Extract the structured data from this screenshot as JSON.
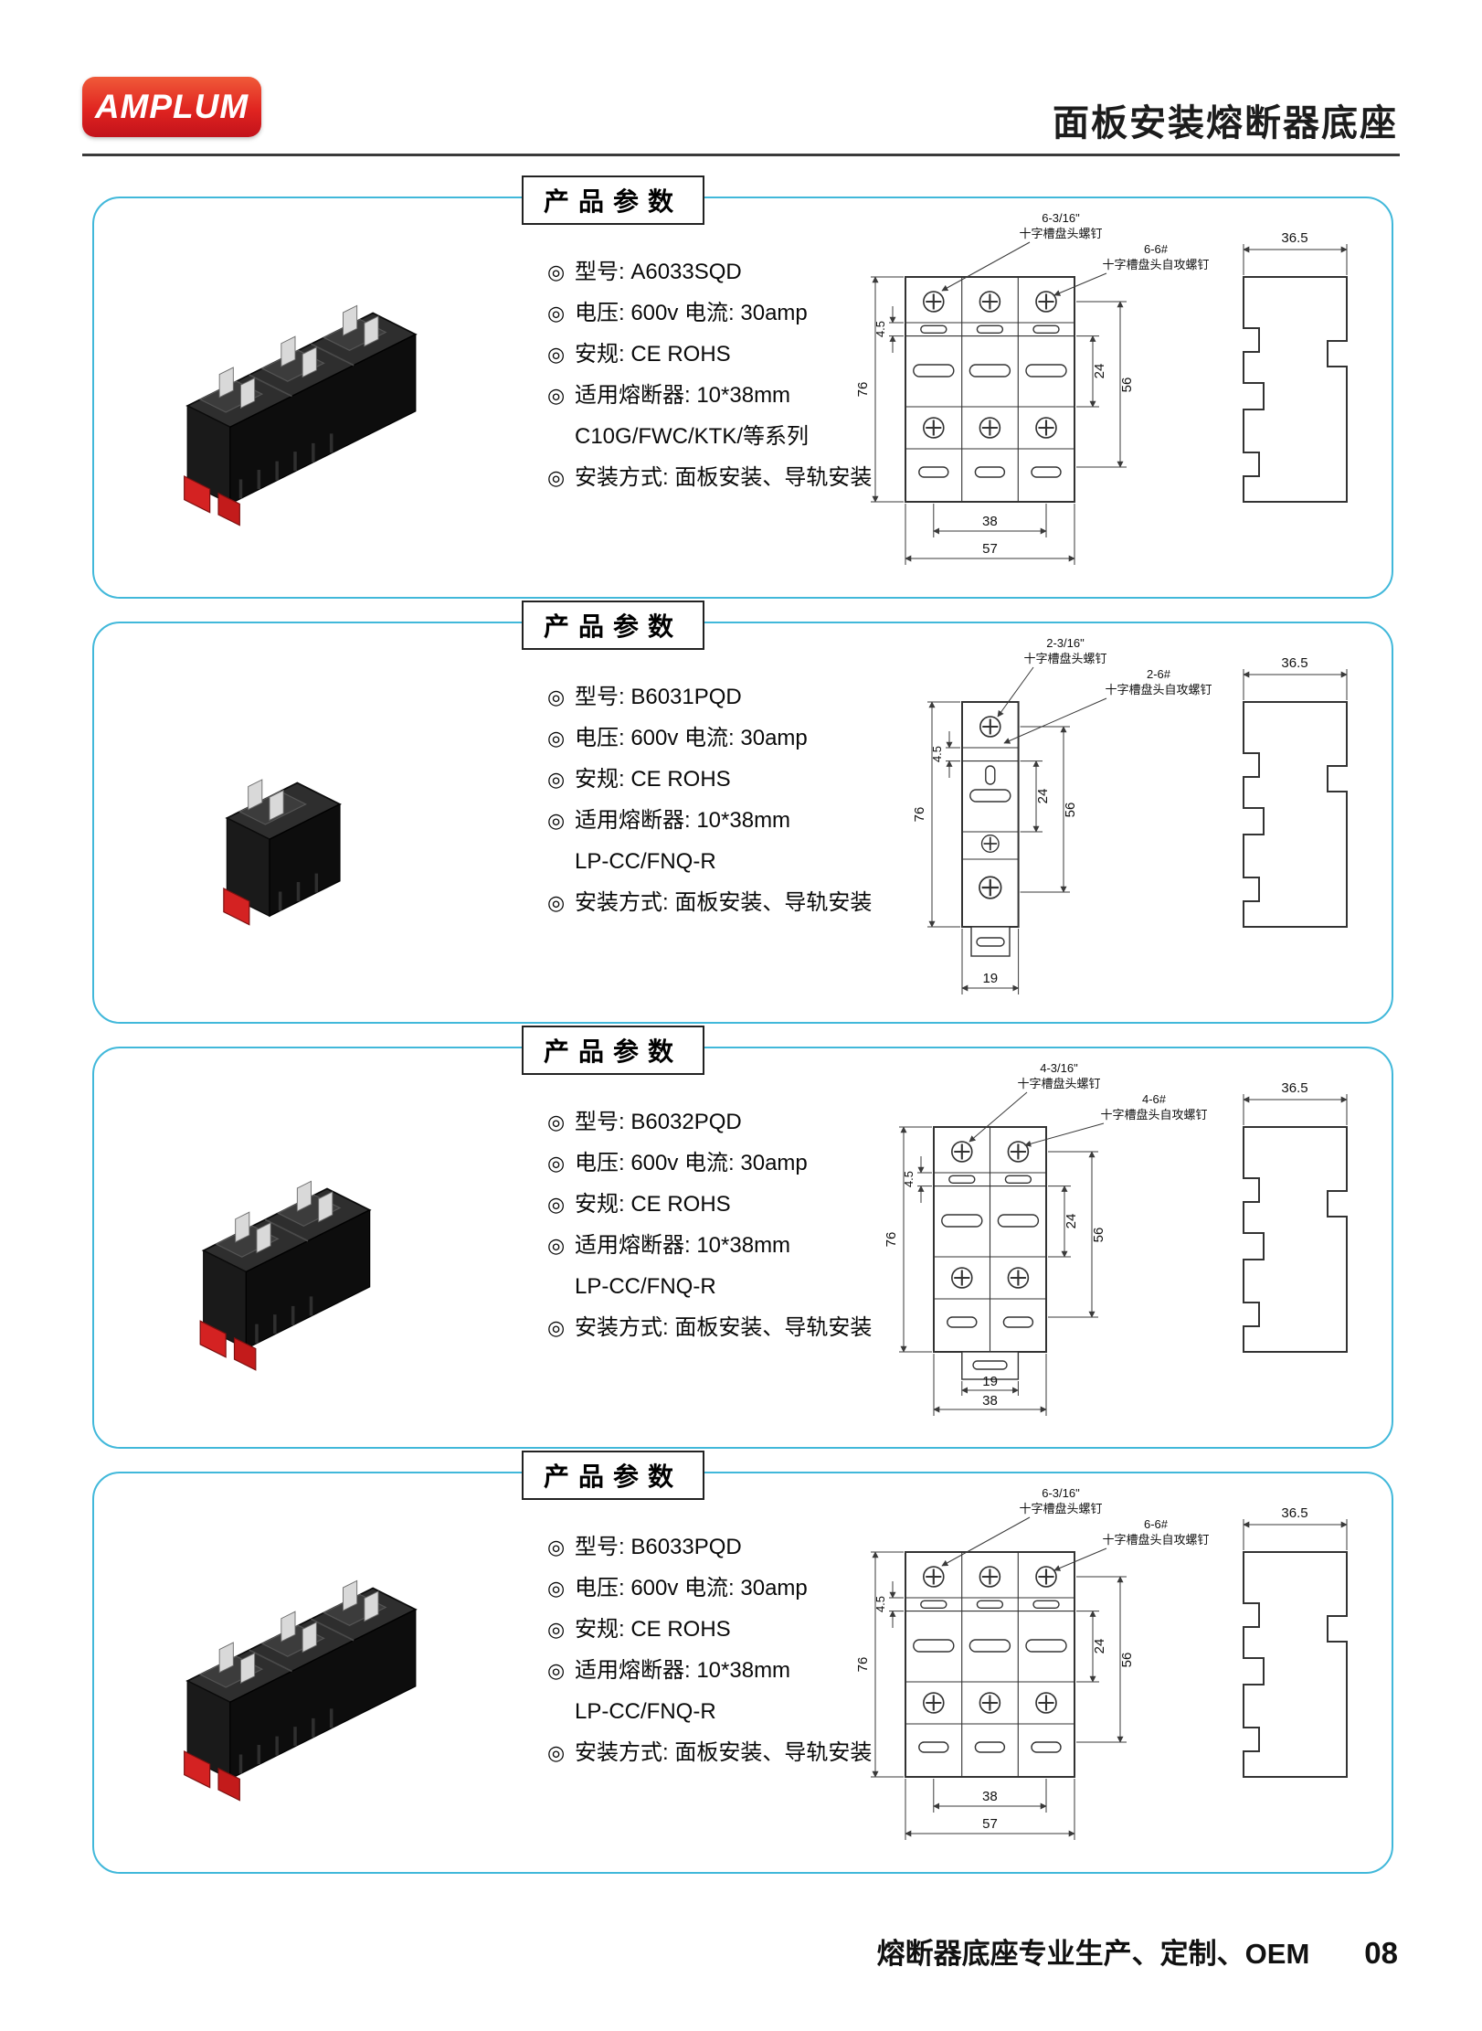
{
  "page": {
    "logo_text": "AMPLUM",
    "title": "面板安装熔断器底座",
    "section_label": "产品参数",
    "footer_text": "熔断器底座专业生产、定制、OEM",
    "page_number": "08"
  },
  "colors": {
    "brand_red": "#d8261d",
    "card_border": "#41b8da",
    "clip_red": "#d42222"
  },
  "products": [
    {
      "model": "A6033SQD",
      "specs": [
        {
          "b": "◎",
          "t": "型号: A6033SQD"
        },
        {
          "b": "◎",
          "t": "电压: 600v 电流: 30amp"
        },
        {
          "b": "◎",
          "t": "安规: CE ROHS"
        },
        {
          "b": "◎",
          "t": "适用熔断器: 10*38mm"
        },
        {
          "b": "",
          "t": "C10G/FWC/KTK/等系列"
        },
        {
          "b": "◎",
          "t": "安装方式: 面板安装、导轨安装"
        }
      ],
      "drawing": {
        "note1_qty": "6-3/16\"",
        "note1_text": "十字槽盘头螺钉",
        "note2_qty": "6-6#",
        "note2_text": "十字槽盘头自攻螺钉",
        "dim_height": "76",
        "dim_offset": "4.5",
        "dim_mid": "24",
        "dim_span": "56",
        "dim_bottom_inner": "38",
        "dim_bottom_outer": "57",
        "dim_side": "36.5"
      }
    },
    {
      "model": "B6031PQD",
      "specs": [
        {
          "b": "◎",
          "t": "型号: B6031PQD"
        },
        {
          "b": "◎",
          "t": "电压: 600v 电流: 30amp"
        },
        {
          "b": "◎",
          "t": "安规: CE ROHS"
        },
        {
          "b": "◎",
          "t": "适用熔断器: 10*38mm"
        },
        {
          "b": "",
          "t": "LP-CC/FNQ-R"
        },
        {
          "b": "◎",
          "t": "安装方式: 面板安装、导轨安装"
        }
      ],
      "drawing": {
        "note1_qty": "2-3/16\"",
        "note1_text": "十字槽盘头螺钉",
        "note2_qty": "2-6#",
        "note2_text": "十字槽盘头自攻螺钉",
        "dim_height": "76",
        "dim_offset": "4.5",
        "dim_mid": "24",
        "dim_span": "56",
        "dim_bottom_inner": "19",
        "dim_side": "36.5"
      }
    },
    {
      "model": "B6032PQD",
      "specs": [
        {
          "b": "◎",
          "t": "型号: B6032PQD"
        },
        {
          "b": "◎",
          "t": "电压: 600v 电流: 30amp"
        },
        {
          "b": "◎",
          "t": "安规: CE ROHS"
        },
        {
          "b": "◎",
          "t": "适用熔断器: 10*38mm"
        },
        {
          "b": "",
          "t": "LP-CC/FNQ-R"
        },
        {
          "b": "◎",
          "t": "安装方式: 面板安装、导轨安装"
        }
      ],
      "drawing": {
        "note1_qty": "4-3/16\"",
        "note1_text": "十字槽盘头螺钉",
        "note2_qty": "4-6#",
        "note2_text": "十字槽盘头自攻螺钉",
        "dim_height": "76",
        "dim_offset": "4.5",
        "dim_mid": "24",
        "dim_span": "56",
        "dim_bottom_inner": "19",
        "dim_bottom_outer": "38",
        "dim_side": "36.5"
      }
    },
    {
      "model": "B6033PQD",
      "specs": [
        {
          "b": "◎",
          "t": "型号: B6033PQD"
        },
        {
          "b": "◎",
          "t": "电压: 600v 电流: 30amp"
        },
        {
          "b": "◎",
          "t": "安规: CE ROHS"
        },
        {
          "b": "◎",
          "t": "适用熔断器: 10*38mm"
        },
        {
          "b": "",
          "t": "LP-CC/FNQ-R"
        },
        {
          "b": "◎",
          "t": "安装方式: 面板安装、导轨安装"
        }
      ],
      "drawing": {
        "note1_qty": "6-3/16\"",
        "note1_text": "十字槽盘头螺钉",
        "note2_qty": "6-6#",
        "note2_text": "十字槽盘头自攻螺钉",
        "dim_height": "76",
        "dim_offset": "4.5",
        "dim_mid": "24",
        "dim_span": "56",
        "dim_bottom_inner": "38",
        "dim_bottom_outer": "57",
        "dim_side": "36.5"
      }
    }
  ]
}
